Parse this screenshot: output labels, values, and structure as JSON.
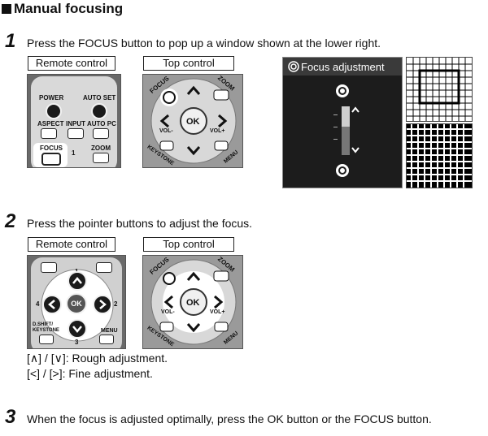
{
  "section": {
    "title": "Manual focusing"
  },
  "steps": [
    {
      "number": "1",
      "text": "Press the FOCUS button to pop up a window shown at the lower right."
    },
    {
      "number": "2",
      "text": "Press the pointer buttons to adjust the focus."
    },
    {
      "number": "3",
      "text": "When the focus is adjusted optimally, press the OK button or the FOCUS button."
    }
  ],
  "captions": {
    "remote": "Remote control",
    "top": "Top control"
  },
  "remote1": {
    "power": "POWER",
    "autoset": "AUTO SET",
    "aspect": "ASPECT",
    "input": "INPUT",
    "autopc": "AUTO PC",
    "focus": "FOCUS",
    "zoom": "ZOOM",
    "num1": "1"
  },
  "remote2": {
    "num1": "1",
    "num2": "2",
    "num3": "3",
    "num4": "4",
    "ok": "OK",
    "dshift": "D.SHIFT/",
    "keystone": "KEYSTONE",
    "menu": "MENU"
  },
  "topcontrol": {
    "focus": "FOCUS",
    "zoom": "ZOOM",
    "ok": "OK",
    "volminus": "VOL-",
    "volplus": "VOL+",
    "keystone": "KEYSTONE",
    "menu": "MENU"
  },
  "osd": {
    "title": "Focus adjustment"
  },
  "notes": [
    "[∧] / [∨]: Rough adjustment.",
    "[<] / [>]: Fine adjustment."
  ],
  "colors": {
    "osd_bg": "#1c1c1c",
    "osd_border": "#8a8a8a",
    "remote_bg": "#6b6b6b",
    "highlight": "#ffffff"
  }
}
